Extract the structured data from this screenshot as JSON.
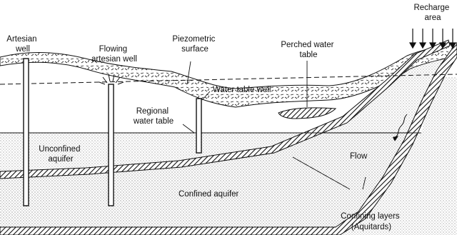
{
  "labels": {
    "artesian_well": [
      "Artesian",
      "well"
    ],
    "flowing_artesian_well": [
      "Flowing",
      "artesian well"
    ],
    "piezometric_surface": [
      "Piezometric",
      "surface"
    ],
    "perched_water_table": [
      "Perched water",
      "table"
    ],
    "recharge_area": [
      "Recharge",
      "area"
    ],
    "water_table_well": "Water table well",
    "regional_water_table": [
      "Regional",
      "water table"
    ],
    "unconfined_aquifer": [
      "Unconfined",
      "aquifer"
    ],
    "flow": "Flow",
    "confined_aquifer": "Confined aquifer",
    "confining_layers": [
      "Confining layers",
      "(Aquitards)"
    ]
  },
  "colors": {
    "ink": "#111111",
    "stipple": "#555555",
    "background": "#ffffff"
  }
}
